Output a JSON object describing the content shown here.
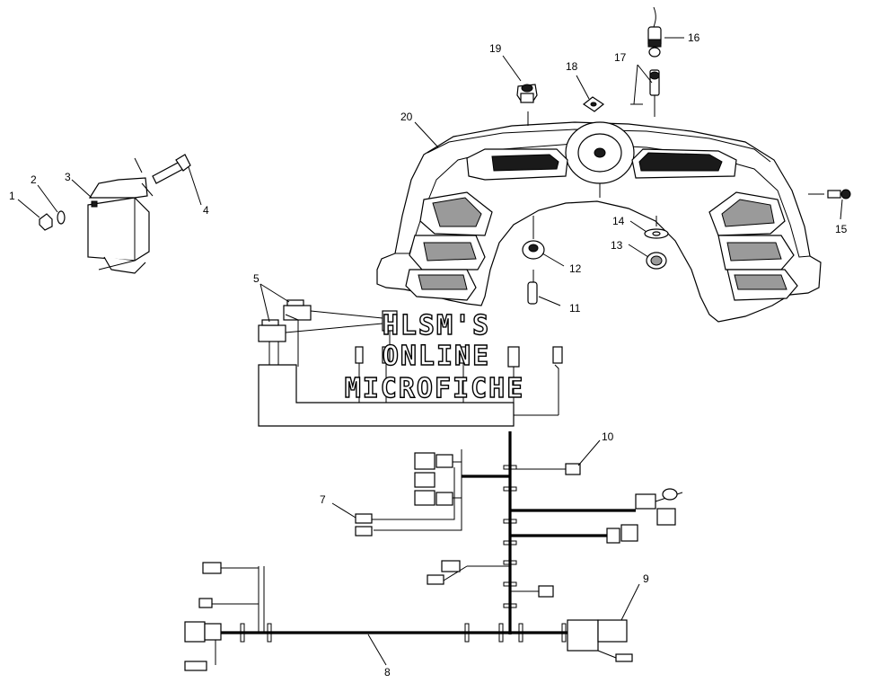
{
  "watermark": {
    "line1": "HLSM'S",
    "line2": "ONLINE",
    "line3": "MICROFICHE"
  },
  "callouts": [
    {
      "id": "1",
      "text": "1"
    },
    {
      "id": "2",
      "text": "2"
    },
    {
      "id": "3",
      "text": "3"
    },
    {
      "id": "4",
      "text": "4"
    },
    {
      "id": "5",
      "text": "5"
    },
    {
      "id": "7",
      "text": "7"
    },
    {
      "id": "8",
      "text": "8"
    },
    {
      "id": "9",
      "text": "9"
    },
    {
      "id": "10",
      "text": "10"
    },
    {
      "id": "11",
      "text": "11"
    },
    {
      "id": "12",
      "text": "12"
    },
    {
      "id": "13",
      "text": "13"
    },
    {
      "id": "14",
      "text": "14"
    },
    {
      "id": "15",
      "text": "15"
    },
    {
      "id": "16",
      "text": "16"
    },
    {
      "id": "17",
      "text": "17"
    },
    {
      "id": "18",
      "text": "18"
    },
    {
      "id": "19",
      "text": "19"
    },
    {
      "id": "20",
      "text": "20"
    }
  ]
}
